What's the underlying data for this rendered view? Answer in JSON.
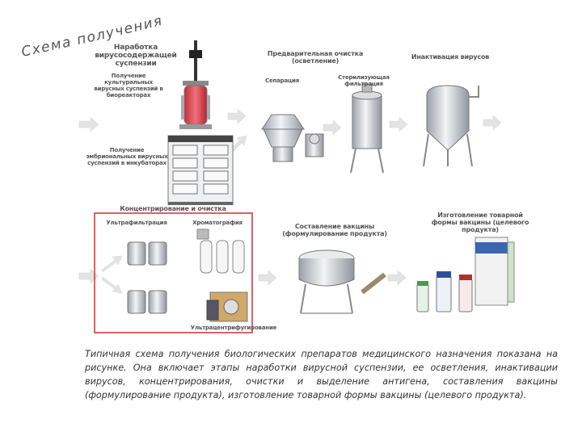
{
  "title": "Схема получения",
  "steps": {
    "production": "Наработка вирусосодержащей суспензии",
    "bioreactor": "Получение культуральных вирусных суспензий в биореакторах",
    "incubator": "Получение эмбриональных вирусных суспензий в инкубаторах",
    "purification_pre": "Предварительная очистка (осветление)",
    "separation": "Сепарация",
    "sterile_filtration": "Стерилизующая фильтрация",
    "inactivation": "Инактивация вирусов",
    "concentration": "Концентрирование и очистка",
    "ultrafiltration": "Ультрафильтрация",
    "chromatography": "Хроматография",
    "ultracentrifugation": "Ультрацентрифугирование",
    "formulation": "Составление вакцины (формулирование продукта)",
    "final_form": "Изготовление товарной формы вакцины (целевого продукта)"
  },
  "caption": "Типичная схема получения биологических препаратов медицинского назначения показана на рисунке. Она включает этапы наработки вирусной суспензии, ее осветления, инактивации вирусов, концентрирования, очистки и выделение антигена, составления вакцины (формулирование продукта), изготовление товарной формы вакцины (целевого продукта).",
  "colors": {
    "arrow": "#e4e4e4",
    "frame": "#d43c3c",
    "steel": "#c9ced3",
    "text": "#555555"
  }
}
